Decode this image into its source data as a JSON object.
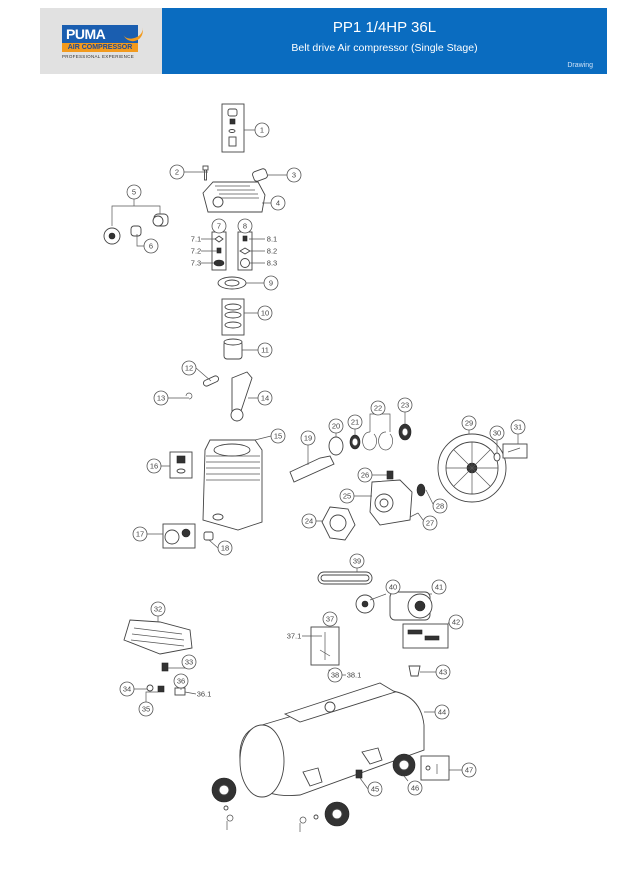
{
  "header": {
    "title": "PP1 1/4HP 36L",
    "subtitle": "Belt drive Air compressor (Single Stage)",
    "tag": "Drawing"
  },
  "logo": {
    "brand": "PUMA",
    "line2": "AIR COMPRESSOR",
    "line3": "PROFESSIONAL EXPERIENCE",
    "colors": {
      "blue": "#1a5eb0",
      "orange": "#f29a1d"
    }
  },
  "colors": {
    "header_bg": "#0a6cc0",
    "logo_bg": "#e1e1e1"
  },
  "callouts": [
    "1",
    "2",
    "3",
    "4",
    "5",
    "6",
    "7",
    "8",
    "9",
    "10",
    "11",
    "12",
    "13",
    "14",
    "15",
    "16",
    "17",
    "18",
    "19",
    "20",
    "21",
    "22",
    "23",
    "24",
    "25",
    "26",
    "27",
    "28",
    "29",
    "30",
    "31",
    "32",
    "33",
    "34",
    "35",
    "36",
    "37",
    "38",
    "39",
    "40",
    "41",
    "42",
    "43",
    "44",
    "45",
    "46",
    "47"
  ],
  "sub_labels": [
    "7.1",
    "7.2",
    "7.3",
    "8.1",
    "8.2",
    "8.3",
    "36.1",
    "37.1",
    "38.1"
  ]
}
